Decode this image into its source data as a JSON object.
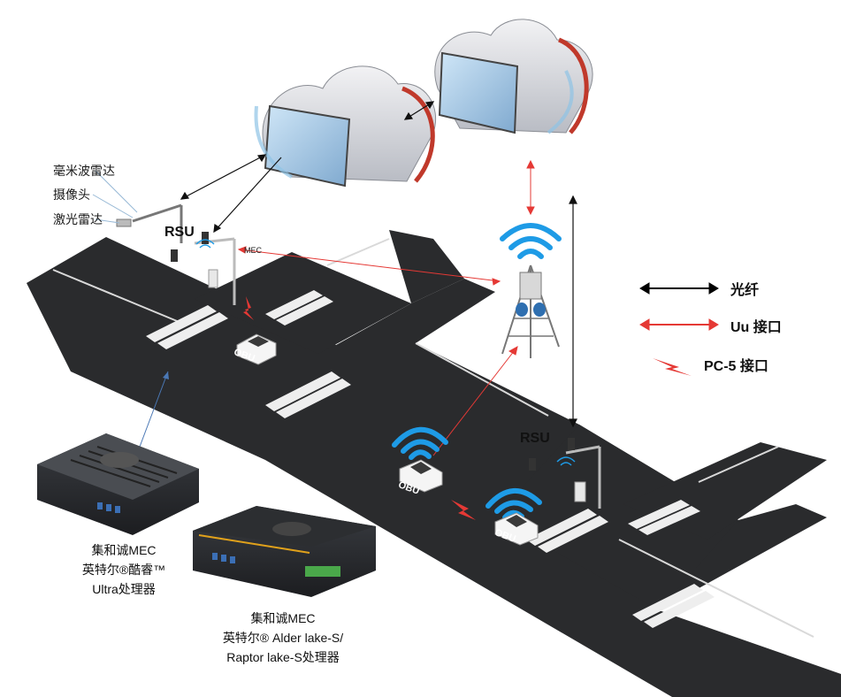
{
  "sensors": {
    "radar": "毫米波雷达",
    "camera": "摄像头",
    "lidar": "激光雷达"
  },
  "rsu_label": "RSU",
  "mec_label": "MEC",
  "obu_label": "OBU",
  "legend": {
    "fiber": "光纤",
    "uu": "Uu 接口",
    "pc5": "PC-5 接口",
    "fiber_color": "#000000",
    "uu_color": "#e53935",
    "pc5_color": "#e53935"
  },
  "device_left": {
    "line1": "集和诚MEC",
    "line2": "英特尔®酷睿™",
    "line3": "Ultra处理器"
  },
  "device_right": {
    "line1": "集和诚MEC",
    "line2": "英特尔® Alder lake-S/",
    "line3": "Raptor lake-S处理器"
  }
}
